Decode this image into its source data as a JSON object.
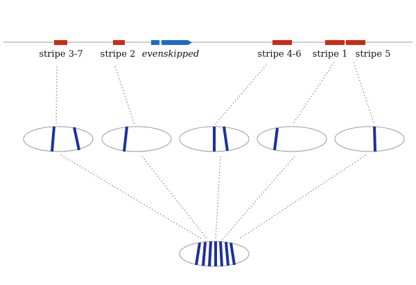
{
  "labels": {
    "stripe37": "stripe 3-7",
    "stripe2": "stripe 2",
    "gene": "evenskipped",
    "stripe46": "stripe 4-6",
    "stripe1": "stripe 1",
    "stripe5": "stripe 5"
  },
  "colors": {
    "enhancer": "#cc2a12",
    "gene": "#1c6cc8",
    "stripe": "#1d2fa0"
  }
}
